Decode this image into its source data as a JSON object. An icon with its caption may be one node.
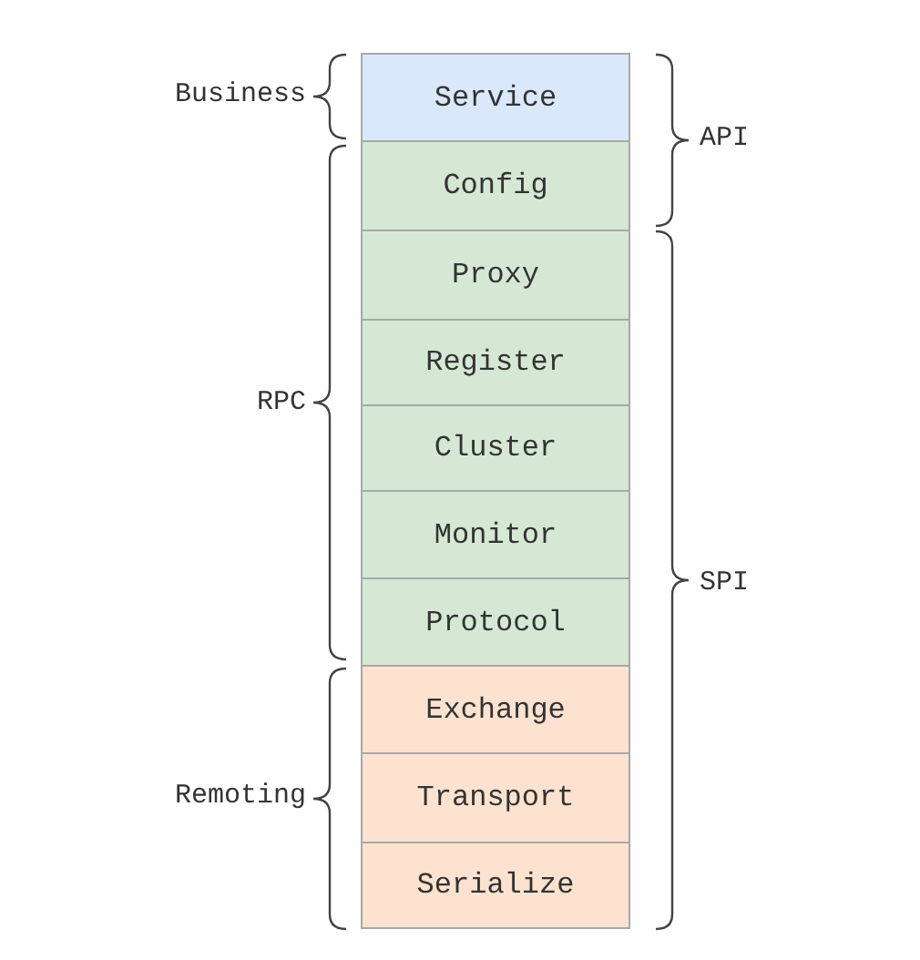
{
  "diagram": {
    "nodes": [
      {
        "text": [
          "Service"
        ]
      },
      {
        "text": [
          "Config"
        ]
      },
      {
        "text": [
          "Proxy"
        ]
      },
      {
        "text": [
          "Register"
        ]
      },
      {
        "text": [
          "Cluster"
        ]
      },
      {
        "text": [
          "Monitor"
        ]
      },
      {
        "text": [
          "Protocol"
        ]
      },
      {
        "text": [
          "Exchange"
        ]
      },
      {
        "text": [
          "Transport"
        ]
      },
      {
        "text": [
          "Serialize"
        ]
      }
    ],
    "labels": [
      "Business",
      "API",
      "RPC",
      "SPI",
      "Remoting"
    ]
  }
}
